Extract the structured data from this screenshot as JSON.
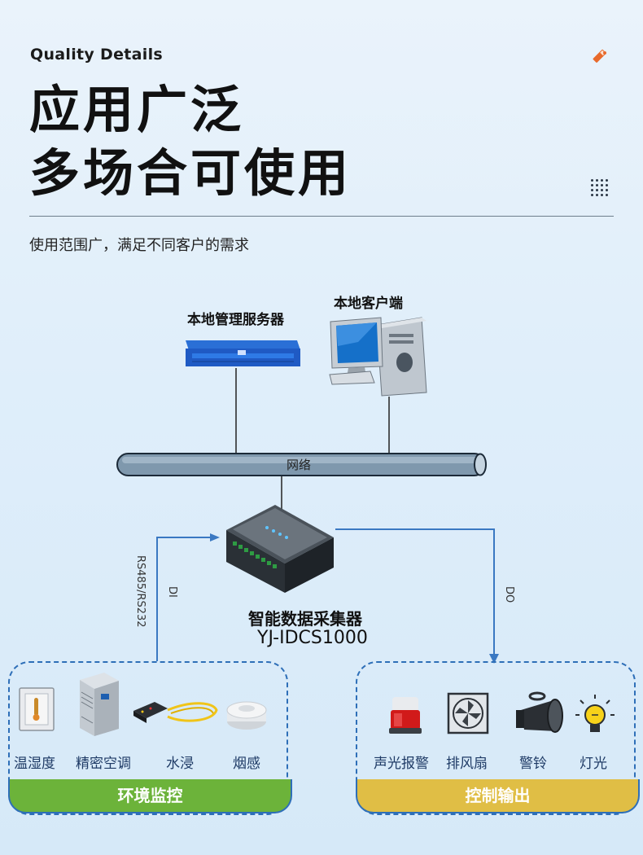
{
  "header": {
    "subtitle": "Quality Details",
    "title_line1": "应用广泛",
    "title_line2": "多场合可使用",
    "description": "使用范围广，满足不同客户的需求"
  },
  "diagram": {
    "server_label": "本地管理服务器",
    "client_label": "本地客户端",
    "network_label": "网络",
    "device_name": "智能数据采集器",
    "device_model": "YJ-IDCS1000",
    "left_link_label": "RS485/RS232",
    "left_link_signal": "DI",
    "right_link_signal": "DO"
  },
  "environment": {
    "title": "环境监控",
    "items": [
      {
        "label": "温湿度",
        "icon": "thermometer-panel-icon"
      },
      {
        "label": "精密空调",
        "icon": "precision-ac-icon"
      },
      {
        "label": "水浸",
        "icon": "water-leak-sensor-icon"
      },
      {
        "label": "烟感",
        "icon": "smoke-detector-icon"
      }
    ]
  },
  "control": {
    "title": "控制输出",
    "items": [
      {
        "label": "声光报警",
        "icon": "alarm-beacon-icon"
      },
      {
        "label": "排风扇",
        "icon": "exhaust-fan-icon"
      },
      {
        "label": "警铃",
        "icon": "horn-speaker-icon"
      },
      {
        "label": "灯光",
        "icon": "light-bulb-icon"
      }
    ]
  },
  "colors": {
    "panel_border": "#2e6fb8",
    "environment_band": "#6cb33a",
    "control_band": "#e0be45",
    "arrow": "#3a78c2"
  }
}
